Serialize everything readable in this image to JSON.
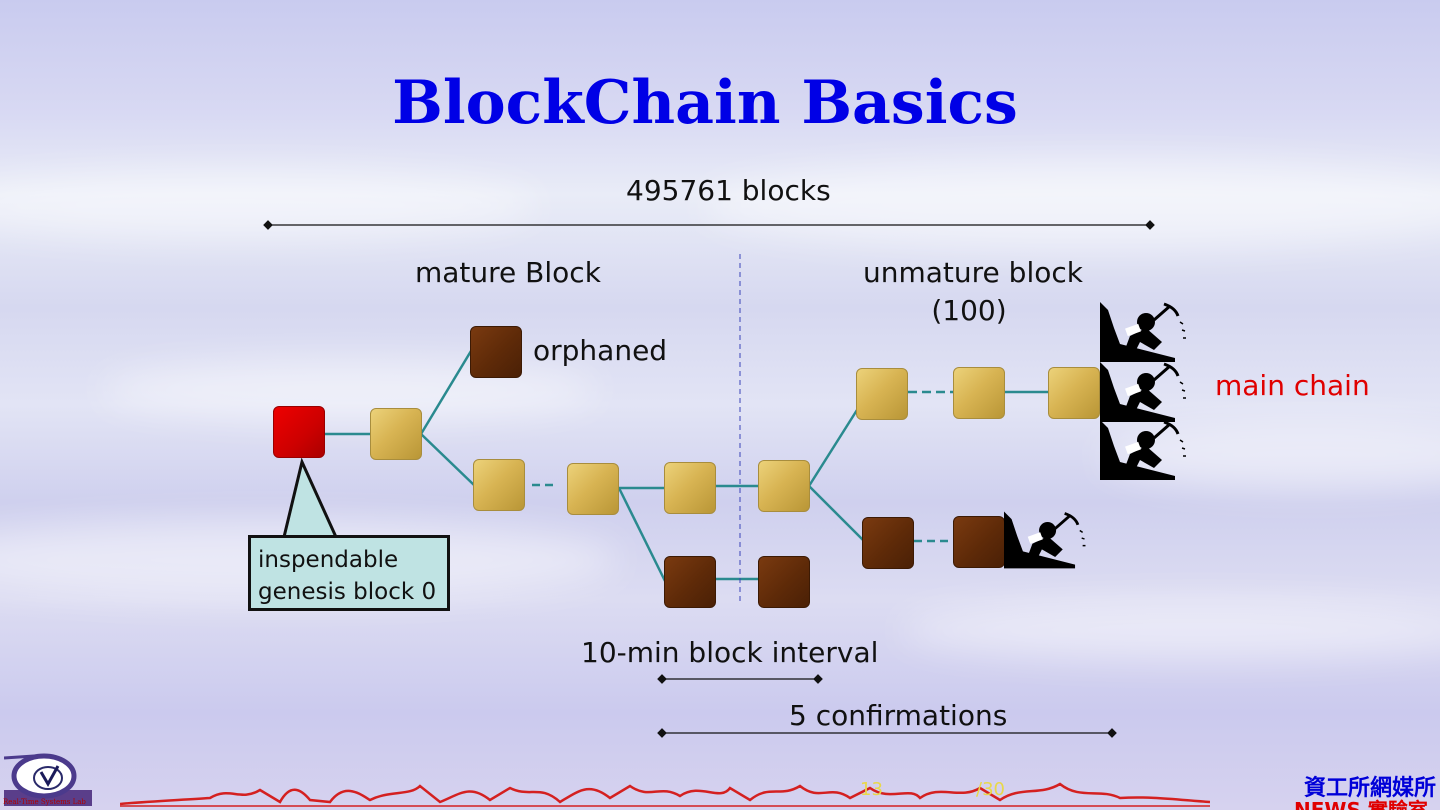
{
  "title": "BlockChain Basics",
  "labels": {
    "total_blocks": "495761 blocks",
    "mature": "mature Block",
    "unmature_line1": "unmature block",
    "unmature_line2": "(100)",
    "orphaned": "orphaned",
    "main_chain": "main chain",
    "genesis_line1": "inspendable",
    "genesis_line2": "genesis block 0",
    "interval": "10-min block interval",
    "confirmations": "5 confirmations"
  },
  "footer": {
    "page_current": "13",
    "page_total": "/30",
    "lab_line1": "資工所網媒所",
    "lab_line2": "NEWS 實驗室",
    "logo_text": "Real-Time Systems Lab"
  },
  "colors": {
    "title": "#0000e6",
    "main_chain": "#e00000",
    "connector": "#2a8a8f",
    "genesis_block": "#cc0000",
    "chain_block": "#d8b453",
    "orphan_block": "#5e2a08",
    "callout_fill": "#bfe3e3"
  },
  "icons": [
    "miner-icon"
  ]
}
